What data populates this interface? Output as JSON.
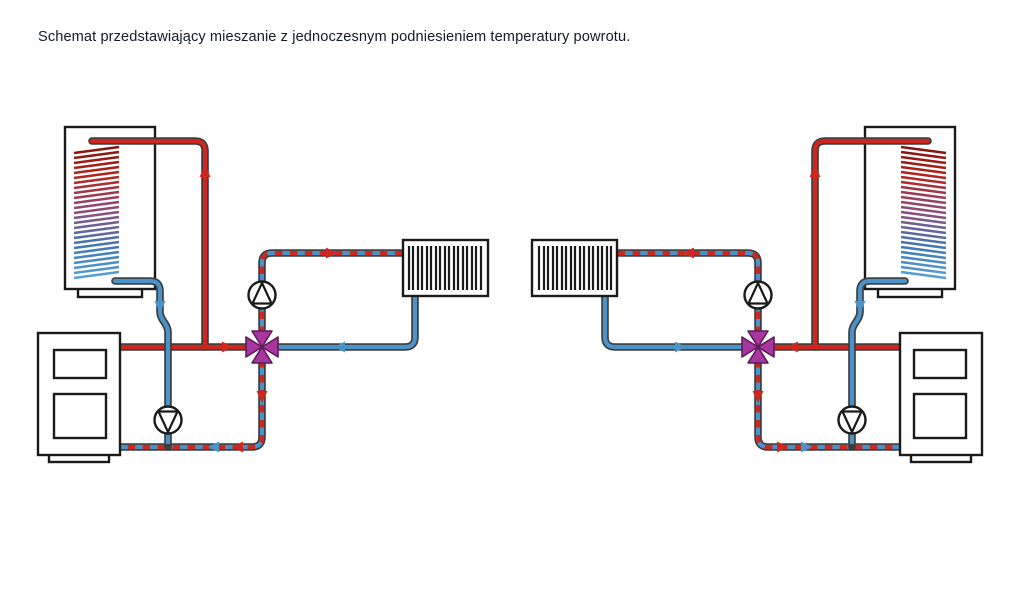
{
  "page": {
    "caption": "Schemat przedstawiający mieszanie z jednoczesnym podniesieniem temperatury powrotu.",
    "background": "#ffffff"
  },
  "colors": {
    "supply-red": "#d02620",
    "return-blue": "#4a92c8",
    "pipe-outline": "#3d3d3d",
    "valve-magenta": "#a7379e",
    "valve-outline": "#5e1c5a",
    "device-stroke": "#1a1a1a",
    "caption-color": "#141a26",
    "coil-top": "#7d120d",
    "coil-mid": "#8c4e7e",
    "coil-bottom": "#58a3d8"
  },
  "diagram": {
    "systems": [
      {
        "id": "left-heating-system",
        "mirrored": false
      },
      {
        "id": "right-heating-system",
        "mirrored": true
      }
    ],
    "components": [
      {
        "name": "heat-pump-outdoor-unit",
        "symbol": "cabinet-with-gradient-heat-exchanger-coil"
      },
      {
        "name": "indoor-unit",
        "symbol": "cabinet-with-two-panels"
      },
      {
        "name": "circulation-pump-heating-circuit",
        "symbol": "circle-with-up-triangle"
      },
      {
        "name": "circulation-pump-generator-circuit",
        "symbol": "circle-with-down-triangle"
      },
      {
        "name": "four-way-mixing-valve",
        "symbol": "magenta-cross-of-four-triangles"
      },
      {
        "name": "radiator",
        "symbol": "finned-rectangle"
      }
    ],
    "pipes": [
      {
        "name": "generator-supply-pipe",
        "color_key": "supply-red"
      },
      {
        "name": "heat-exchanger-return-pipe",
        "color_key": "return-blue"
      },
      {
        "name": "radiator-return-pipe",
        "color_key": "return-blue"
      },
      {
        "name": "mixed-supply-pipe",
        "style": "red-blue-striped"
      },
      {
        "name": "mixed-return-pipe",
        "style": "red-blue-striped"
      }
    ],
    "arrows": [
      {
        "pipe": "generator-supply-vertical",
        "color": "red",
        "direction": "up"
      },
      {
        "pipe": "generator-supply-horizontal",
        "color": "red",
        "direction": "toward-valve"
      },
      {
        "pipe": "heat-exchanger-return",
        "color": "blue",
        "direction": "down"
      },
      {
        "pipe": "mixed-supply-to-radiator",
        "color": "red",
        "direction": "toward-radiator"
      },
      {
        "pipe": "radiator-return",
        "color": "blue",
        "direction": "toward-valve"
      },
      {
        "pipe": "mixed-return-vertical",
        "color": "red",
        "direction": "down"
      },
      {
        "pipe": "mixed-return-horizontal",
        "colors": [
          "blue",
          "red"
        ],
        "direction": "toward-heat-source"
      }
    ]
  }
}
